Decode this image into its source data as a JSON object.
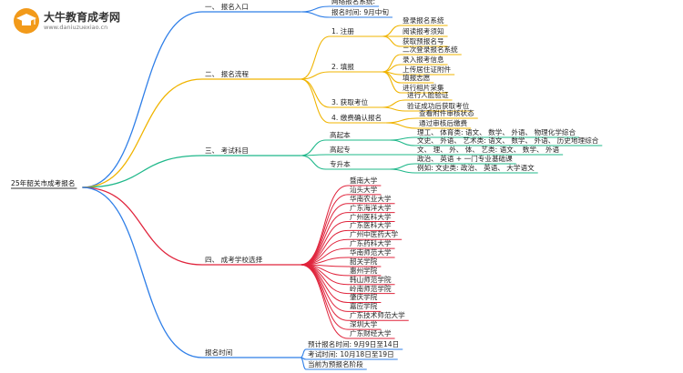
{
  "logo": {
    "title": "大牛教育成考网",
    "url": "www.daniuzuexiao.cn"
  },
  "root": "25年韶关市成考报名",
  "sections": [
    {
      "label": "一、 报名入口",
      "color": "#2f7fe8",
      "children": [
        {
          "label": "网络报名系统:"
        },
        {
          "label": "报名时间: 9月中旬"
        }
      ]
    },
    {
      "label": "二、 报名流程",
      "color": "#f0b400",
      "children": [
        {
          "label": "1. 注册",
          "children": [
            "登录报名系统",
            "阅读报考须知",
            "获取预报名号"
          ]
        },
        {
          "label": "2. 填报",
          "children": [
            "二次登录报名系统",
            "录入报考信息",
            "上传居住证附件",
            "填报志愿",
            "进行相片采集"
          ]
        },
        {
          "label": "3. 获取考位",
          "children": [
            "进行人脸验证",
            "验证成功后获取考位"
          ]
        },
        {
          "label": "4. 缴费确认报名",
          "children": [
            "查看附件审核状态",
            "通过审核后缴费"
          ]
        }
      ]
    },
    {
      "label": "三、 考试科目",
      "color": "#1fb88a",
      "children": [
        {
          "label": "高起本",
          "children": [
            "理工、 体育类: 语文、 数学、 外语、 物理化学综合",
            "文史、 外语、 艺术类: 语文、 数学、 外语、 历史地理综合"
          ]
        },
        {
          "label": "高起专",
          "children": [
            "文、 理、 外、 体、 艺类: 语文、 数学、 外语"
          ]
        },
        {
          "label": "专升本",
          "children": [
            "政治、 英语 + 一门专业基础课",
            "例如: 文史类: 政治、 英语、 大学语文"
          ]
        }
      ]
    },
    {
      "label": "四、 成考学校选择",
      "color": "#e0243c",
      "children": [
        "暨南大学",
        "汕头大学",
        "华南农业大学",
        "广东海洋大学",
        "广州医科大学",
        "广东医科大学",
        "广州中医药大学",
        "广东药科大学",
        "华南师范大学",
        "韶关学院",
        "惠州学院",
        "韩山师范学院",
        "岭南师范学院",
        "肇庆学院",
        "嘉应学院",
        "广东技术师范大学",
        "深圳大学",
        "广东财经大学"
      ]
    },
    {
      "label": "报名时间",
      "color": "#2f7fe8",
      "children": [
        {
          "label": "预计报名时间: 9月9日至14日"
        },
        {
          "label": "考试时间: 10月18日至19日"
        },
        {
          "label": "当前为预报名阶段"
        }
      ]
    }
  ]
}
